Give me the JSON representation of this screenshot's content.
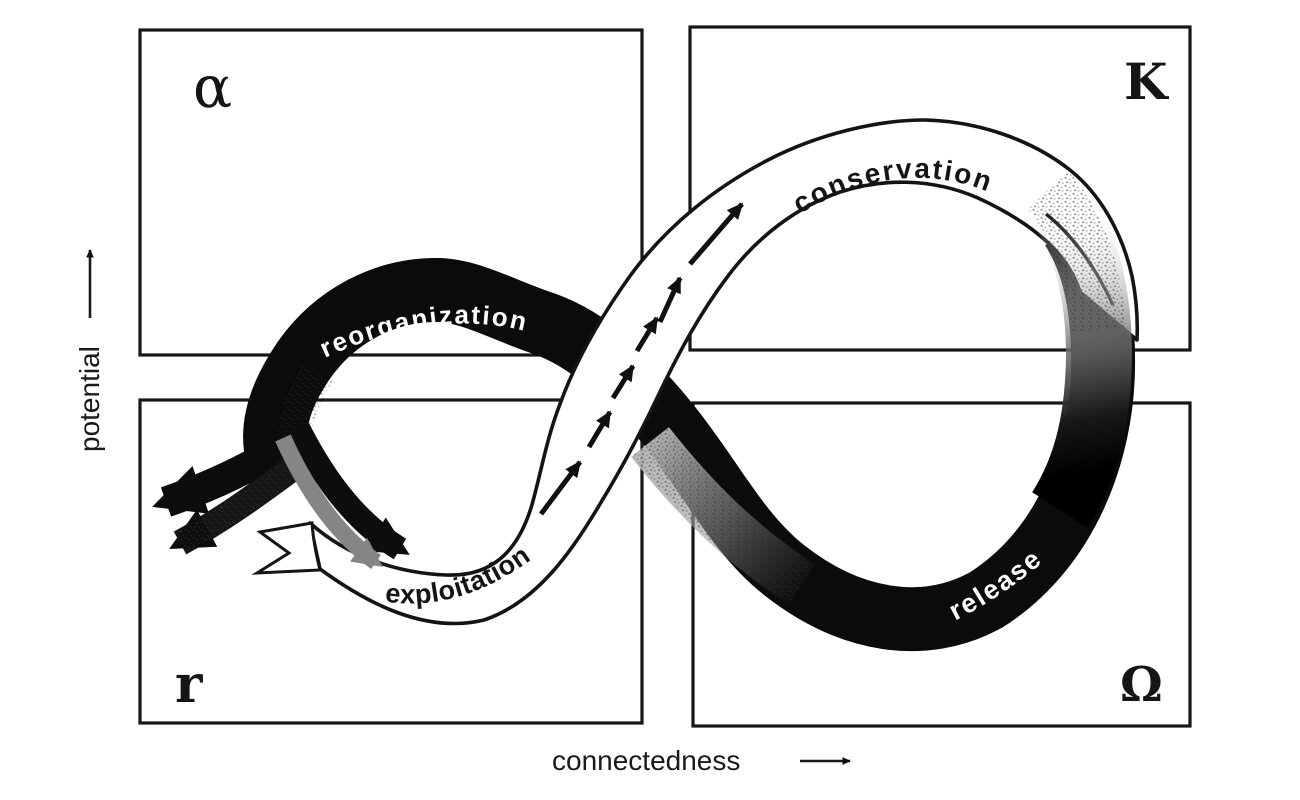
{
  "axes": {
    "y": {
      "label": "potential"
    },
    "x": {
      "label": "connectedness"
    }
  },
  "quadrants": {
    "top_left": {
      "symbol": "α",
      "position": "top-left"
    },
    "top_right": {
      "symbol": "K",
      "position": "top-right"
    },
    "bottom_left": {
      "symbol": "r",
      "position": "bottom-left"
    },
    "bottom_right": {
      "symbol": "Ω",
      "position": "bottom-right"
    }
  },
  "phases": {
    "reorganization": {
      "label": "reorganization",
      "band": "dark",
      "label_color": "#ffffff"
    },
    "conservation": {
      "label": "conservation",
      "band": "light",
      "label_color": "#141414"
    },
    "exploitation": {
      "label": "exploitation",
      "band": "light",
      "label_color": "#141414"
    },
    "release": {
      "label": "release",
      "band": "dark",
      "label_color": "#ffffff"
    }
  },
  "colors": {
    "ink": "#171717",
    "band_dark": "#0b0b0b",
    "band_light": "#ffffff",
    "transition_gray": "#8a8a8a",
    "paper": "#ffffff"
  }
}
